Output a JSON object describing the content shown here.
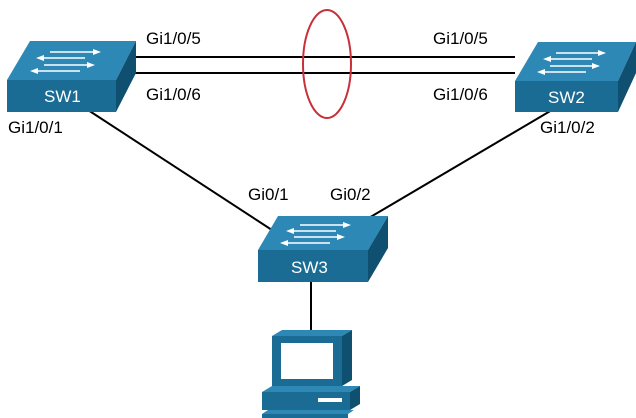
{
  "colors": {
    "switch_front": "#1a6c94",
    "switch_top": "#2d88b6",
    "switch_side": "#0f4f70",
    "link": "#000000",
    "port_channel_oval": "#c8303a",
    "pc_body": "#1a6c94"
  },
  "devices": {
    "sw1": {
      "label": "SW1",
      "icon": "switch-icon"
    },
    "sw2": {
      "label": "SW2",
      "icon": "switch-icon"
    },
    "sw3": {
      "label": "SW3",
      "icon": "switch-icon"
    },
    "pc": {
      "icon": "pc-icon"
    }
  },
  "ports": {
    "sw1_gi105": "Gi1/0/5",
    "sw1_gi106": "Gi1/0/6",
    "sw1_gi101": "Gi1/0/1",
    "sw2_gi105": "Gi1/0/5",
    "sw2_gi106": "Gi1/0/6",
    "sw2_gi102": "Gi1/0/2",
    "sw3_gi01": "Gi0/1",
    "sw3_gi02": "Gi0/2"
  }
}
